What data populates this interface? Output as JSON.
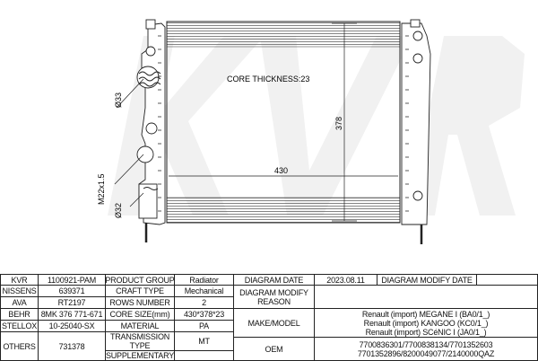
{
  "drawing": {
    "core_thickness": "CORE THICKNESS:23",
    "width_dim": "430",
    "height_dim": "378",
    "inlet_dia": "Ø33",
    "outlet_dia": "Ø32",
    "thread": "M22x1.5",
    "watermark": "KVR"
  },
  "table": {
    "refs": [
      {
        "brand": "KVR",
        "value": "1100921-PAM"
      },
      {
        "brand": "NISSENS",
        "value": "639371"
      },
      {
        "brand": "AVA",
        "value": "RT2197"
      },
      {
        "brand": "BEHR",
        "value": "8MK 376 771-671"
      },
      {
        "brand": "STELLOX",
        "value": "10-25040-SX"
      },
      {
        "brand": "OTHERS",
        "value": "731378"
      }
    ],
    "props": [
      {
        "label": "PRODUCT GROUP",
        "value": "Radiator"
      },
      {
        "label": "CRAFT TYPE",
        "value": "Mechanical"
      },
      {
        "label": "ROWS NUMBER",
        "value": "2"
      },
      {
        "label": "CORE SIZE(mm)",
        "value": "430*378*23"
      },
      {
        "label": "MATERIAL",
        "value": "PA"
      },
      {
        "label": "TRANSMISSION TYPE",
        "value": "MT"
      },
      {
        "label": "SUPPLEMENTARY",
        "value": ""
      }
    ],
    "diagram_date_label": "DIAGRAM DATE",
    "diagram_date": "2023.08.11",
    "diagram_modify_date_label": "DIAGRAM MODIFY DATE",
    "diagram_modify_date": "",
    "modify_reason_label": "DIAGRAM MODIFY REASON",
    "modify_reason": "",
    "make_model_label": "MAKE/MODEL",
    "make_models": [
      "Renault (import) MEGANE I (BA0/1_)",
      "Renault (import) KANGOO (KC0/1_)",
      "Renault (import) SCéNIC I (JA0/1_)"
    ],
    "oem_label": "OEM",
    "oem_lines": [
      "7700836301/7700838134/7701352603",
      "7701352896/8200049077/2140000QAZ"
    ]
  }
}
